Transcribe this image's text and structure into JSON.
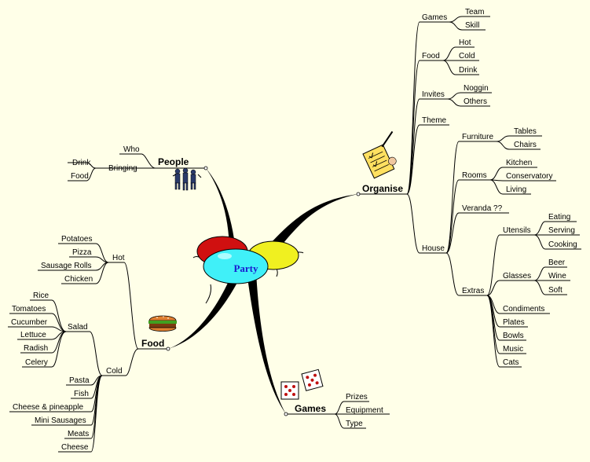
{
  "center": {
    "label": "Party"
  },
  "branches": {
    "people": {
      "label": "People",
      "icon": "people-icon",
      "children": {
        "who": "Who",
        "bringing": {
          "label": "Bringing",
          "items": [
            "Drink",
            "Food"
          ]
        }
      }
    },
    "food": {
      "label": "Food",
      "icon": "burger-icon",
      "hot": {
        "label": "Hot",
        "items": [
          "Potatoes",
          "Pizza",
          "Sausage Rolls",
          "Chicken"
        ]
      },
      "cold": {
        "label": "Cold",
        "salad": {
          "label": "Salad",
          "items": [
            "Rice",
            "Tomatoes",
            "Cucumber",
            "Lettuce",
            "Radish",
            "Celery"
          ]
        },
        "items": [
          "Pasta",
          "Fish",
          "Cheese & pineapple",
          "Mini Sausages",
          "Meats",
          "Cheese"
        ]
      }
    },
    "games": {
      "label": "Games",
      "icon": "dice-icon",
      "items": [
        "Prizes",
        "Equipment",
        "Type"
      ]
    },
    "organise": {
      "label": "Organise",
      "icon": "checklist-icon",
      "games": {
        "label": "Games",
        "items": [
          "Team",
          "Skill"
        ]
      },
      "food": {
        "label": "Food",
        "items": [
          "Hot",
          "Cold",
          "Drink"
        ]
      },
      "invites": {
        "label": "Invites",
        "items": [
          "Noggin",
          "Others"
        ]
      },
      "theme": "Theme",
      "house": {
        "label": "House",
        "furniture": {
          "label": "Furniture",
          "items": [
            "Tables",
            "Chairs"
          ]
        },
        "rooms": {
          "label": "Rooms",
          "items": [
            "Kitchen",
            "Conservatory",
            "Living"
          ]
        },
        "veranda": "Veranda ??",
        "extras": {
          "label": "Extras",
          "utensils": {
            "label": "Utensils",
            "items": [
              "Eating",
              "Serving",
              "Cooking"
            ]
          },
          "glasses": {
            "label": "Glasses",
            "items": [
              "Beer",
              "Wine",
              "Soft"
            ]
          },
          "items": [
            "Condiments",
            "Plates",
            "Bowls",
            "Music",
            "Cats"
          ]
        }
      }
    }
  },
  "colors": {
    "background": "#ffffe8",
    "center_text": "#1a1ad0",
    "balloon_red": "#d01010",
    "balloon_yellow": "#f0f020",
    "balloon_cyan": "#40f0f8"
  }
}
